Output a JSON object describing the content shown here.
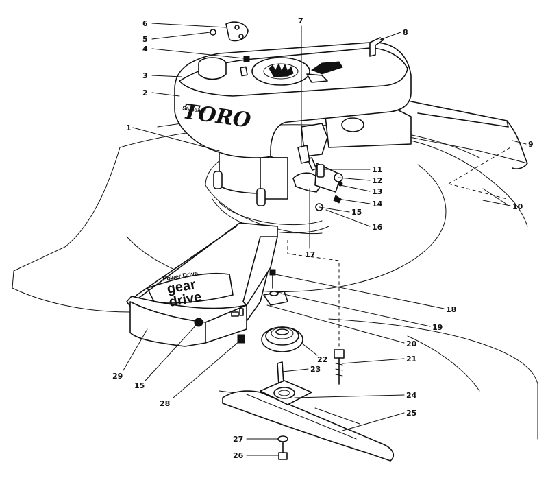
{
  "engine_logo": "TORO",
  "engine_sublabel": "Standard",
  "cover_label_top": "Power Drive",
  "cover_label_mid": "gear",
  "cover_label_bottom": "drive",
  "callouts": [
    {
      "id": "c6",
      "num": "6"
    },
    {
      "id": "c5",
      "num": "5"
    },
    {
      "id": "c4",
      "num": "4"
    },
    {
      "id": "c3",
      "num": "3"
    },
    {
      "id": "c2",
      "num": "2"
    },
    {
      "id": "c1",
      "num": "1"
    },
    {
      "id": "c7",
      "num": "7"
    },
    {
      "id": "c8",
      "num": "8"
    },
    {
      "id": "c9",
      "num": "9"
    },
    {
      "id": "c10",
      "num": "10"
    },
    {
      "id": "c11",
      "num": "11"
    },
    {
      "id": "c12",
      "num": "12"
    },
    {
      "id": "c13",
      "num": "13"
    },
    {
      "id": "c14",
      "num": "14"
    },
    {
      "id": "c15a",
      "num": "15"
    },
    {
      "id": "c16",
      "num": "16"
    },
    {
      "id": "c17",
      "num": "17"
    },
    {
      "id": "c18",
      "num": "18"
    },
    {
      "id": "c19",
      "num": "19"
    },
    {
      "id": "c20",
      "num": "20"
    },
    {
      "id": "c21",
      "num": "21"
    },
    {
      "id": "c22",
      "num": "22"
    },
    {
      "id": "c23",
      "num": "23"
    },
    {
      "id": "c24",
      "num": "24"
    },
    {
      "id": "c25",
      "num": "25"
    },
    {
      "id": "c26",
      "num": "26"
    },
    {
      "id": "c27",
      "num": "27"
    },
    {
      "id": "c28",
      "num": "28"
    },
    {
      "id": "c29",
      "num": "29"
    },
    {
      "id": "c15b",
      "num": "15"
    }
  ]
}
